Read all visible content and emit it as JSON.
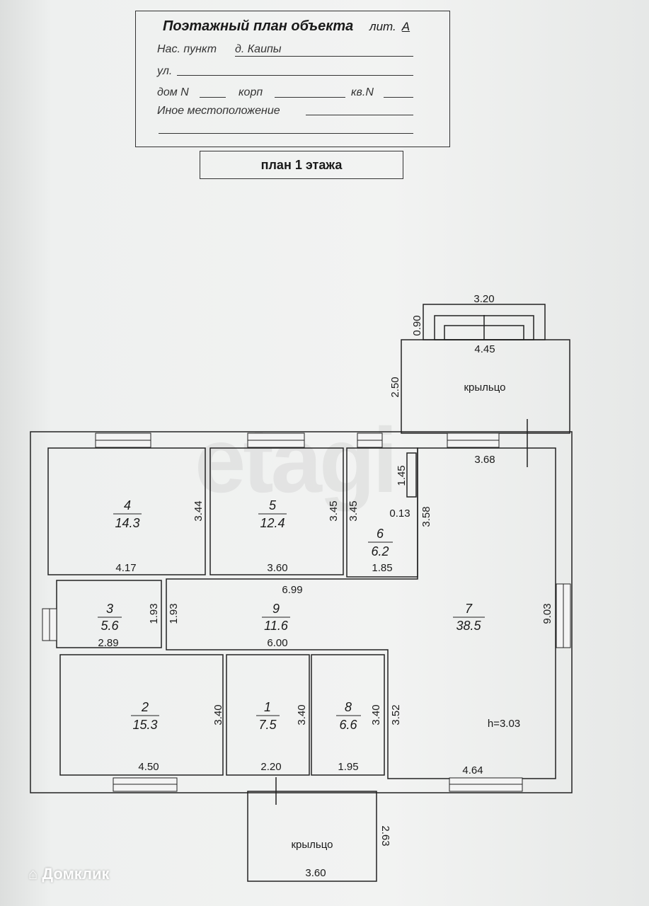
{
  "stamp": {
    "title": "Поэтажный план объекта",
    "lit_label": "лит.",
    "lit_value": "А",
    "settlement_label": "Нас. пункт",
    "settlement_value": "д. Каипы",
    "street_label": "ул.",
    "house_label": "дом N",
    "building_label": "корп",
    "apartment_label": "кв.N",
    "other_location_label": "Иное местоположение"
  },
  "plan_title": "план 1 этажа",
  "rooms": [
    {
      "number": "1",
      "area": "7.5"
    },
    {
      "number": "2",
      "area": "15.3"
    },
    {
      "number": "3",
      "area": "5.6"
    },
    {
      "number": "4",
      "area": "14.3"
    },
    {
      "number": "5",
      "area": "12.4"
    },
    {
      "number": "6",
      "area": "6.2"
    },
    {
      "number": "7",
      "area": "38.5"
    },
    {
      "number": "8",
      "area": "6.6"
    },
    {
      "number": "9",
      "area": "11.6"
    }
  ],
  "porch_label": "крыльцо",
  "ceiling_height": "h=3.03",
  "dimensions": {
    "steps_width": "3.20",
    "steps_depth": "0.90",
    "porch_top_width": "4.45",
    "porch_top_depth": "2.50",
    "r7_top": "3.68",
    "r4_w": "4.17",
    "r4_h": "3.44",
    "r5_w": "3.60",
    "r5_h": "3.45",
    "r6_h": "3.45",
    "r6_w": "1.85",
    "vent_len": "1.45",
    "vent_w": "0.13",
    "r7_left": "3.58",
    "corridor_top": "6.99",
    "r3_w": "2.89",
    "r3_h": "1.93",
    "r9_h": "1.93",
    "corridor_bottom": "6.00",
    "r7_h": "9.03",
    "r2_w": "4.50",
    "r2_h": "3.40",
    "r1_w": "2.20",
    "r1_h": "3.40",
    "r8_w": "1.95",
    "r8_h": "3.40",
    "r7_lower_left": "3.52",
    "r7_bottom": "4.64",
    "porch_bottom_w": "3.60",
    "porch_bottom_d": "2.63"
  },
  "watermarks": {
    "etagi": "etagi",
    "domclick": "Домклик"
  }
}
